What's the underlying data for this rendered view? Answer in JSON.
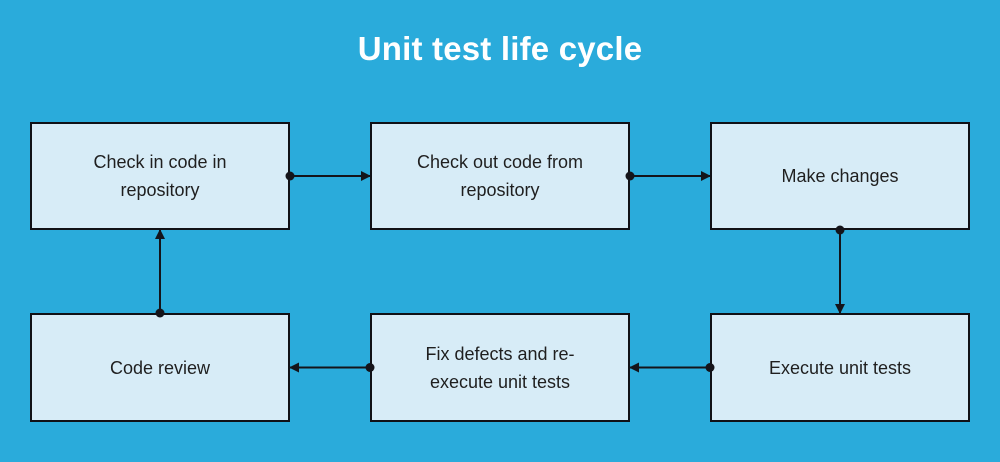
{
  "title": "Unit test life cycle",
  "colors": {
    "background": "#2aabdb",
    "node_fill": "#d7ecf7",
    "node_border": "#101116",
    "connector": "#14141a",
    "title_text": "#ffffff",
    "node_text": "#1f1f1f"
  },
  "diagram": {
    "nodes": [
      {
        "id": "check-in-code",
        "label": "Check in code in repository",
        "lines": [
          "Check in code in",
          "repository"
        ],
        "row": 0,
        "col": 0
      },
      {
        "id": "check-out-code",
        "label": "Check out code from repository",
        "lines": [
          "Check out code from",
          "repository"
        ],
        "row": 0,
        "col": 1
      },
      {
        "id": "make-changes",
        "label": "Make changes",
        "lines": [
          "Make changes"
        ],
        "row": 0,
        "col": 2
      },
      {
        "id": "code-review",
        "label": "Code review",
        "lines": [
          "Code review"
        ],
        "row": 1,
        "col": 0
      },
      {
        "id": "fix-defects",
        "label": "Fix defects and re-execute unit tests",
        "lines": [
          "Fix defects and re-",
          "execute unit tests"
        ],
        "row": 1,
        "col": 1
      },
      {
        "id": "execute-unit-tests",
        "label": "Execute unit tests",
        "lines": [
          "Execute unit tests"
        ],
        "row": 1,
        "col": 2
      }
    ],
    "edges": [
      {
        "from": "check-in-code",
        "to": "check-out-code"
      },
      {
        "from": "check-out-code",
        "to": "make-changes"
      },
      {
        "from": "make-changes",
        "to": "execute-unit-tests"
      },
      {
        "from": "execute-unit-tests",
        "to": "fix-defects"
      },
      {
        "from": "fix-defects",
        "to": "code-review"
      },
      {
        "from": "code-review",
        "to": "check-in-code"
      }
    ],
    "edge_style": {
      "source_marker": "dot",
      "target_marker": "arrow"
    }
  }
}
